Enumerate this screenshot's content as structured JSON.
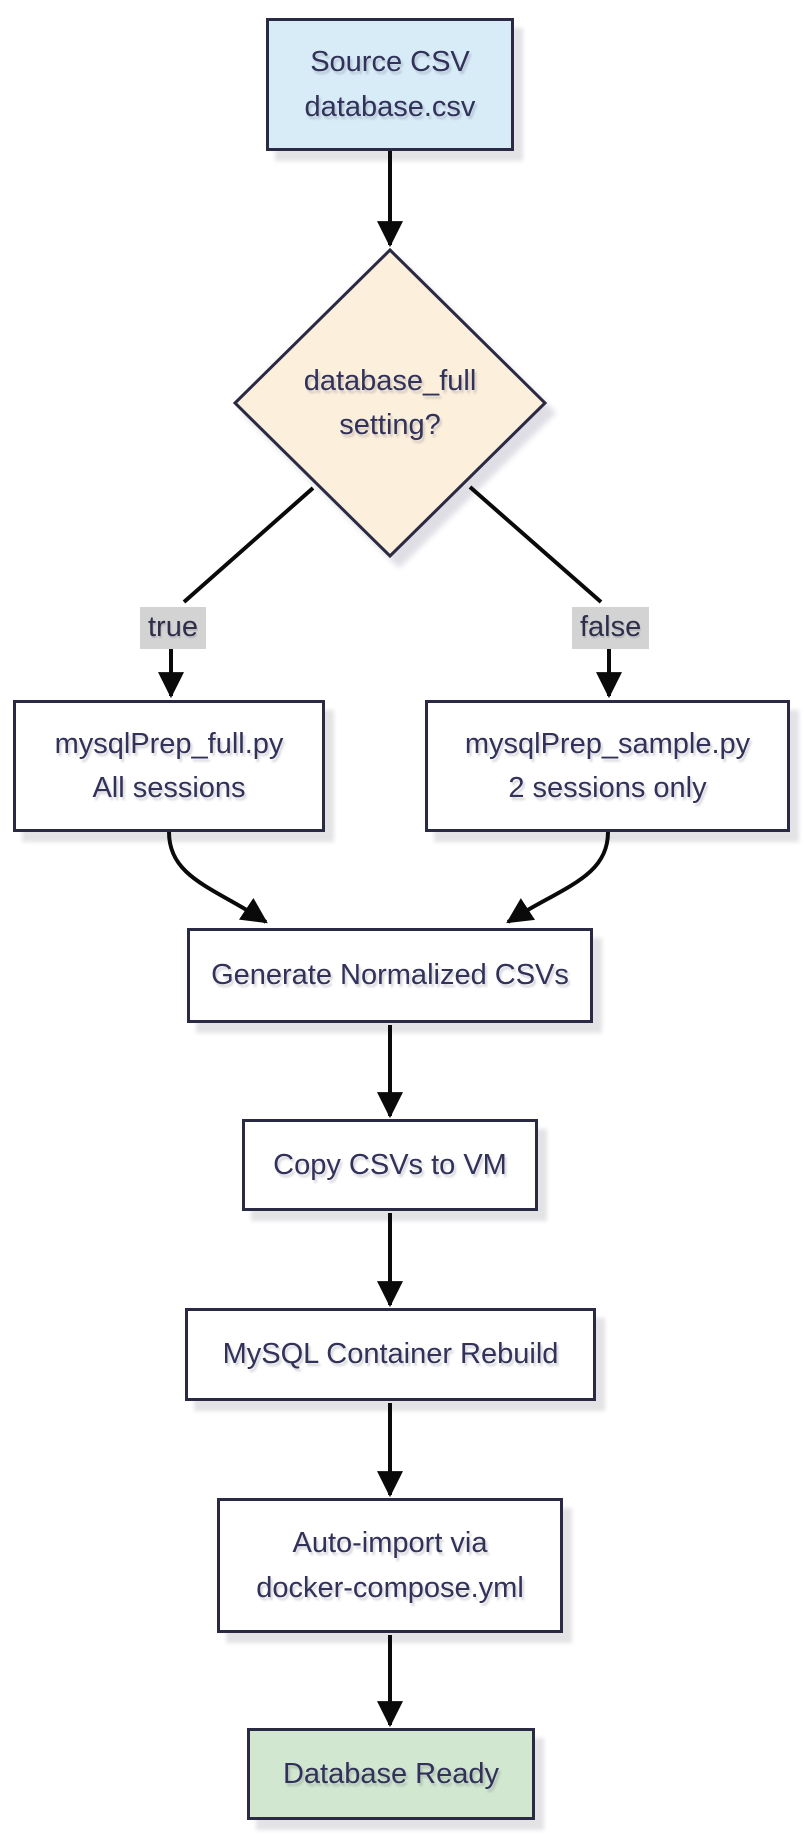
{
  "diagram": {
    "type": "flowchart",
    "direction": "top-down",
    "nodes": {
      "source": {
        "shape": "rect",
        "fill": "#d8ecf8",
        "lines": [
          "Source CSV",
          "database.csv"
        ]
      },
      "decision": {
        "shape": "diamond",
        "fill": "#fcf0dc",
        "lines": [
          "database_full",
          "setting?"
        ]
      },
      "full": {
        "shape": "rect",
        "fill": "#ffffff",
        "lines": [
          "mysqlPrep_full.py",
          "All sessions"
        ]
      },
      "sample": {
        "shape": "rect",
        "fill": "#ffffff",
        "lines": [
          "mysqlPrep_sample.py",
          "2 sessions only"
        ]
      },
      "generate": {
        "shape": "rect",
        "fill": "#ffffff",
        "lines": [
          "Generate Normalized CSVs"
        ]
      },
      "copy": {
        "shape": "rect",
        "fill": "#ffffff",
        "lines": [
          "Copy CSVs to VM"
        ]
      },
      "rebuild": {
        "shape": "rect",
        "fill": "#ffffff",
        "lines": [
          "MySQL Container Rebuild"
        ]
      },
      "autoimport": {
        "shape": "rect",
        "fill": "#ffffff",
        "lines": [
          "Auto-import via",
          "docker-compose.yml"
        ]
      },
      "ready": {
        "shape": "rect",
        "fill": "#d1e7d0",
        "lines": [
          "Database Ready"
        ]
      }
    },
    "edge_labels": {
      "true_label": "true",
      "false_label": "false"
    },
    "edges": [
      {
        "from": "source",
        "to": "decision",
        "label": ""
      },
      {
        "from": "decision",
        "to": "full",
        "label": "true"
      },
      {
        "from": "decision",
        "to": "sample",
        "label": "false"
      },
      {
        "from": "full",
        "to": "generate",
        "label": ""
      },
      {
        "from": "sample",
        "to": "generate",
        "label": ""
      },
      {
        "from": "generate",
        "to": "copy",
        "label": ""
      },
      {
        "from": "copy",
        "to": "rebuild",
        "label": ""
      },
      {
        "from": "rebuild",
        "to": "autoimport",
        "label": ""
      },
      {
        "from": "autoimport",
        "to": "ready",
        "label": ""
      }
    ],
    "colors": {
      "background": "#ffffff",
      "node_border": "#2a2a44",
      "node_text": "#31315a",
      "edge_line": "#0a0a0a",
      "edge_label_bg": "#d3d3d3",
      "source_fill": "#d8ecf8",
      "decision_fill": "#fcf0dc",
      "process_fill": "#ffffff",
      "ready_fill": "#d1e7d0"
    }
  }
}
